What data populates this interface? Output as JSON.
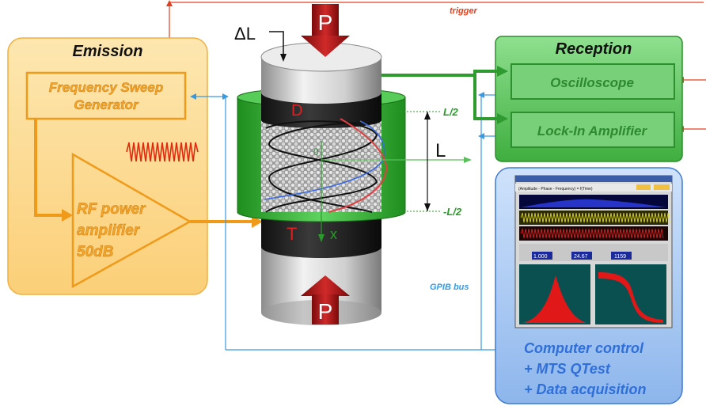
{
  "diagram": {
    "trigger_label": "trigger",
    "gpib_label": "GPIB bus",
    "delta_l_label": "ΔL",
    "pressure_top_label": "P",
    "pressure_bottom_label": "P",
    "top_plate_label": "D",
    "bottom_plate_label": "T",
    "origin_label": "0",
    "x_axis_label": "x",
    "length_label": "L",
    "half_top_label": "L/2",
    "half_bottom_label": "-L/2"
  },
  "emission": {
    "title": "Emission",
    "generator_line1": "Frequency Sweep",
    "generator_line2": "Generator",
    "amp_line1": "RF power",
    "amp_line2": "amplifier",
    "amp_line3": "50dB"
  },
  "reception": {
    "title": "Reception",
    "oscilloscope": "Oscilloscope",
    "lockin": "Lock-In Amplifier"
  },
  "computer": {
    "line1": "Computer control",
    "line2": "+ MTS QTest",
    "line3": "+ Data acquisition",
    "screenshot_header": "(Amplitude - Phase - Frequency) = f(Time)",
    "readout_1": "1.000",
    "readout_2": "24.67",
    "readout_3": "1159"
  },
  "colors": {
    "emission_panel": "#fbd88a",
    "emission_border": "#f0a020",
    "reception_panel": "#5cc05c",
    "computer_panel": "#a8c8f0",
    "trigger_line": "#e04020",
    "gpib_line": "#3a9ae0",
    "signal_green": "#30a030",
    "pressure_red": "#b01818"
  }
}
